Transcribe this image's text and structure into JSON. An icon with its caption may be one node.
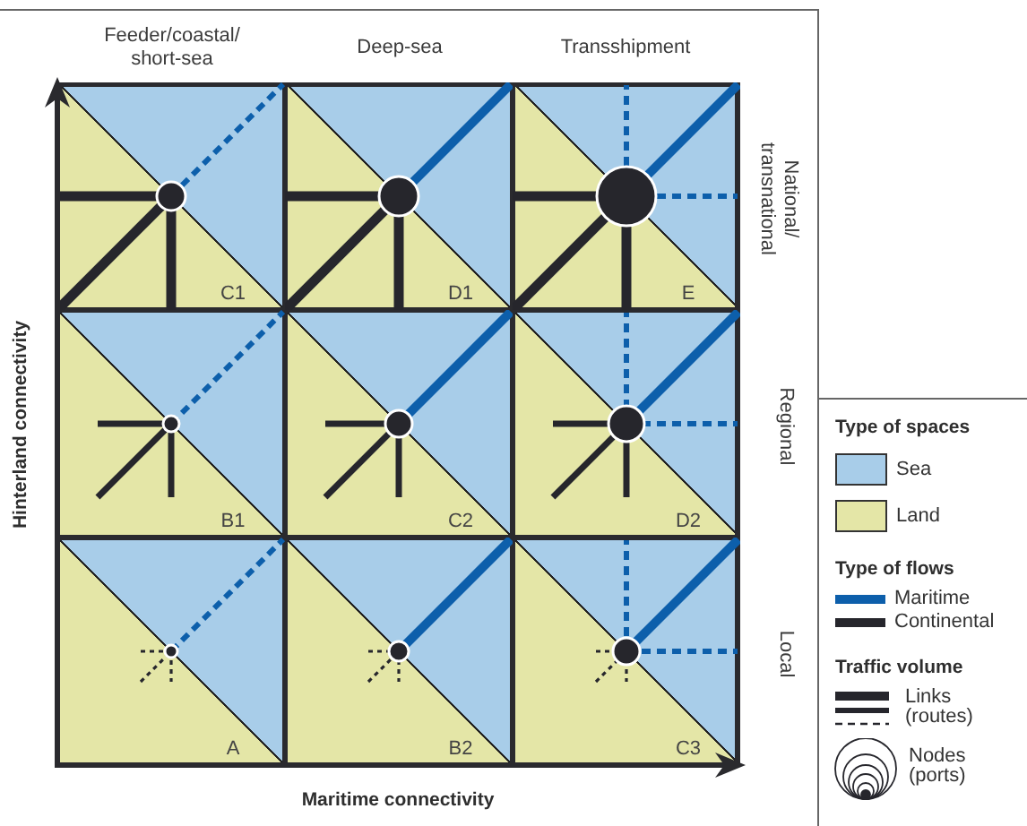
{
  "diagram": {
    "nodes": [
      {
        "text": [
          "C1"
        ]
      },
      {
        "text": [
          "D1"
        ]
      },
      {
        "text": [
          "E"
        ]
      },
      {
        "text": [
          "B1"
        ]
      },
      {
        "text": [
          "C2"
        ]
      },
      {
        "text": [
          "D2"
        ]
      },
      {
        "text": [
          "A"
        ]
      },
      {
        "text": [
          "B2"
        ]
      },
      {
        "text": [
          "C3"
        ]
      }
    ],
    "labels": [
      "Feeder/coastal/ short-sea",
      "Deep-sea",
      "Transshipment",
      "National/ transnational",
      "Hinterland connectivity",
      "Regional",
      "Local",
      "Maritime connectivity",
      "Type of spaces",
      "Type of flows",
      "Traffic volume"
    ],
    "legend": [
      {
        "text": "Sea",
        "color": "#a8cde9"
      },
      {
        "text": "Land",
        "color": "#e4e6a7"
      },
      {
        "text": "Maritime",
        "color": "#0d5fab"
      },
      {
        "text": "Continental",
        "color": "#26262c"
      },
      {
        "text": "Links (routes)"
      },
      {
        "text": "Nodes (ports)"
      }
    ]
  }
}
